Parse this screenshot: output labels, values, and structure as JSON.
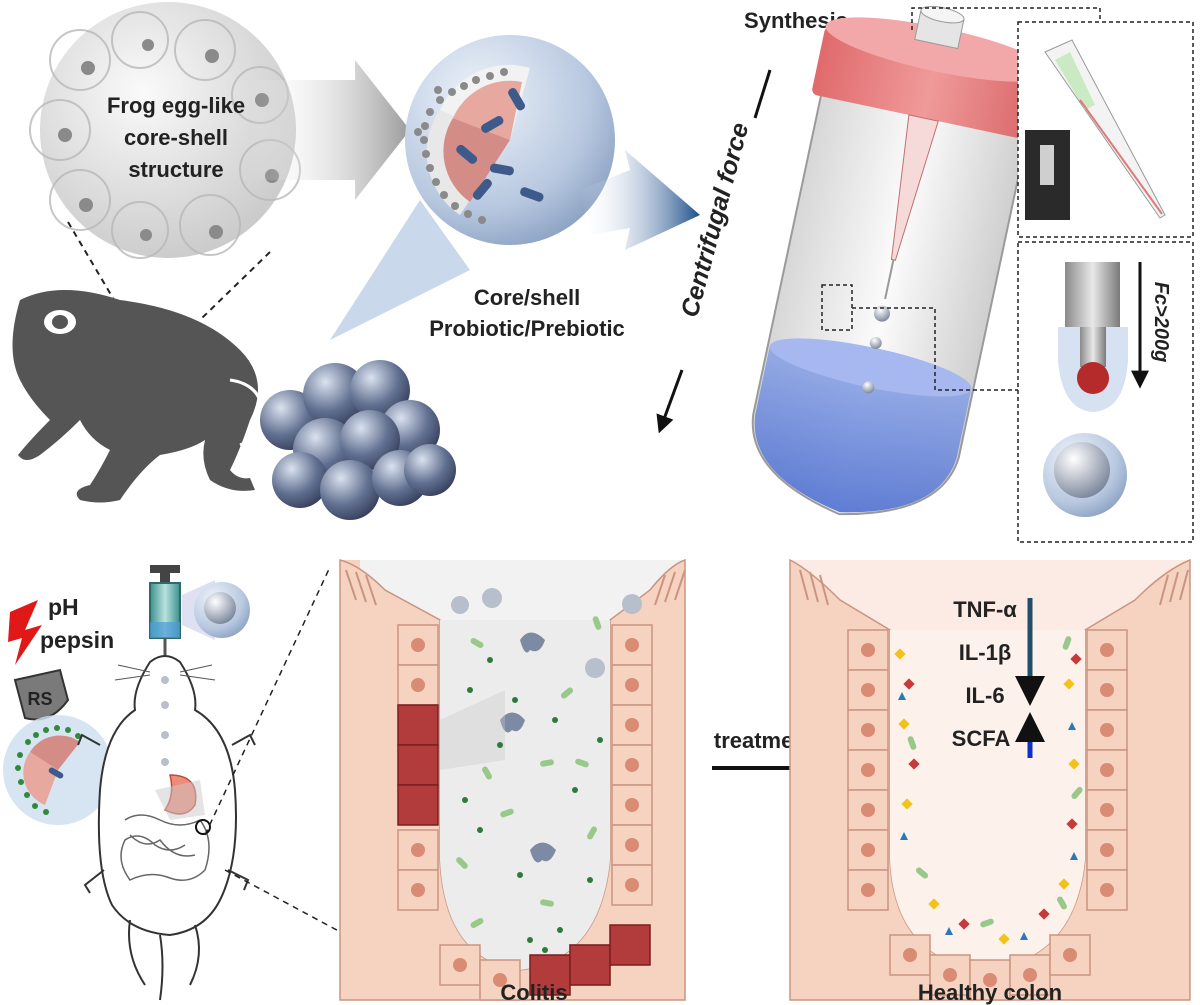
{
  "labels": {
    "frog_egg": [
      "Frog egg-like",
      "core-shell",
      "structure"
    ],
    "core_shell": [
      "Core/shell",
      "Probiotic/Prebiotic"
    ],
    "synthesis": "Synthesis",
    "centrifugal_force": "Centrifugal force",
    "force_threshold": "Fc>200g",
    "ph": "pH",
    "pepsin": "pepsin",
    "rs": "RS",
    "treatment": "treatment",
    "colitis": "Colitis",
    "healthy_colon": "Healthy colon",
    "markers_down": [
      "TNF-α",
      "IL-1β",
      "IL-6"
    ],
    "marker_up": "SCFA"
  },
  "colors": {
    "tissue": "#f6d2c0",
    "cell_nucleus": "#d98b73",
    "inflamed_cell": "#b23b3b",
    "probiotic_core": "#e7a8a0",
    "tube_cap": "#e37b7d",
    "down_arrow": "#1f4e66",
    "up_arrow": "#1030c0",
    "marker_text": "#1f4e66",
    "scfa_text": "#1030c0"
  }
}
